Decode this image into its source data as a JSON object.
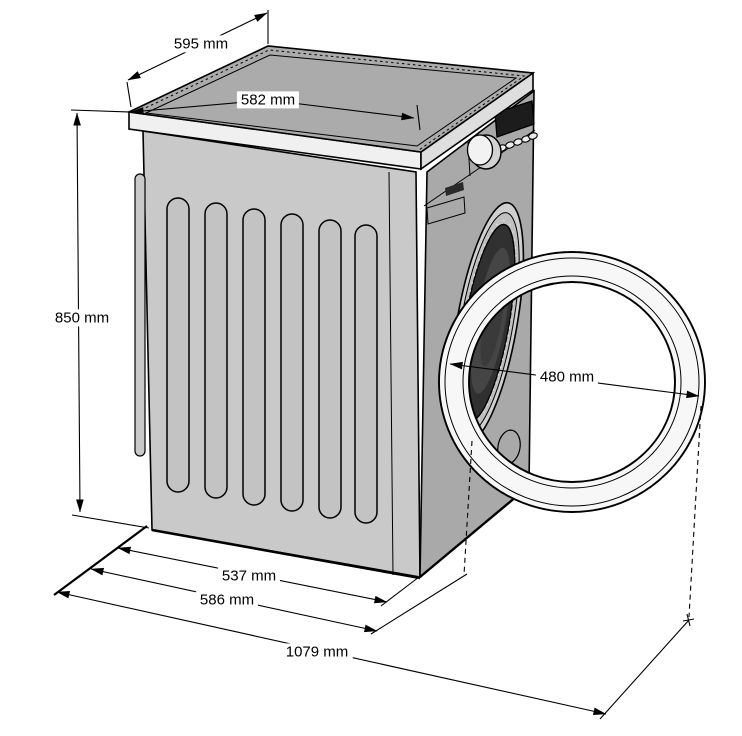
{
  "diagram": {
    "type": "technical-dimension-drawing",
    "subject": "front-loading washing machine with door open",
    "unit": "mm",
    "labels": {
      "top_depth": "595 mm",
      "top_width": "582 mm",
      "height": "850 mm",
      "door_diameter": "480 mm",
      "cabinet_depth": "537 mm",
      "overall_depth": "586 mm",
      "depth_door_open": "1079 mm"
    },
    "values": {
      "top_depth_mm": 595,
      "top_width_mm": 582,
      "height_mm": 850,
      "door_diameter_mm": 480,
      "cabinet_depth_mm": 537,
      "overall_depth_mm": 586,
      "depth_door_open_mm": 1079
    },
    "colors": {
      "outline": "#000000",
      "background": "#ffffff",
      "top_panel": "#ababab",
      "side_panel": "#c9c9c9",
      "front_panel": "#a9a9a9",
      "lid_rim": "#f0f0f0",
      "door_ring": "#f7f7f7",
      "drum": "#303030",
      "display": "#1c1c1c"
    }
  }
}
